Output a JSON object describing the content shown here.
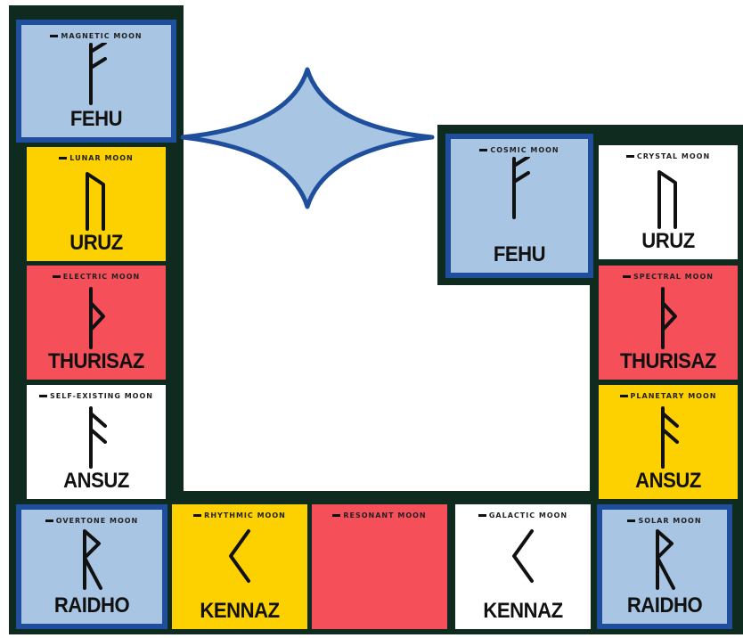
{
  "colors": {
    "frame": "#0f2a1f",
    "blue": "#a8c6e3",
    "yellow": "#fdd100",
    "red": "#f5505a",
    "white": "#ffffff",
    "star_fill": "#a8c6e3",
    "star_stroke": "#1e4e9c"
  },
  "tiles": [
    {
      "moon": "MAGNETIC MOON",
      "name": "FEHU",
      "rune": "fehu",
      "color": "blue"
    },
    {
      "moon": "LUNAR MOON",
      "name": "URUZ",
      "rune": "uruz",
      "color": "yellow"
    },
    {
      "moon": "ELECTRIC MOON",
      "name": "THURISAZ",
      "rune": "thurisaz",
      "color": "red"
    },
    {
      "moon": "SELF-EXISTING MOON",
      "name": "ANSUZ",
      "rune": "ansuz",
      "color": "white"
    },
    {
      "moon": "OVERTONE MOON",
      "name": "RAIDHO",
      "rune": "raidho",
      "color": "blue"
    },
    {
      "moon": "RHYTHMIC MOON",
      "name": "KENNAZ",
      "rune": "kennaz",
      "color": "yellow"
    },
    {
      "moon": "RESONANT MOON",
      "name": "",
      "rune": "none",
      "color": "red"
    },
    {
      "moon": "GALACTIC MOON",
      "name": "KENNAZ",
      "rune": "kennaz",
      "color": "white"
    },
    {
      "moon": "SOLAR MOON",
      "name": "RAIDHO",
      "rune": "raidho",
      "color": "blue"
    },
    {
      "moon": "PLANETARY MOON",
      "name": "ANSUZ",
      "rune": "ansuz",
      "color": "yellow"
    },
    {
      "moon": "SPECTRAL MOON",
      "name": "THURISAZ",
      "rune": "thurisaz",
      "color": "red"
    },
    {
      "moon": "CRYSTAL MOON",
      "name": "URUZ",
      "rune": "uruz",
      "color": "white"
    },
    {
      "moon": "COSMIC MOON",
      "name": "FEHU",
      "rune": "fehu",
      "color": "blue"
    }
  ]
}
